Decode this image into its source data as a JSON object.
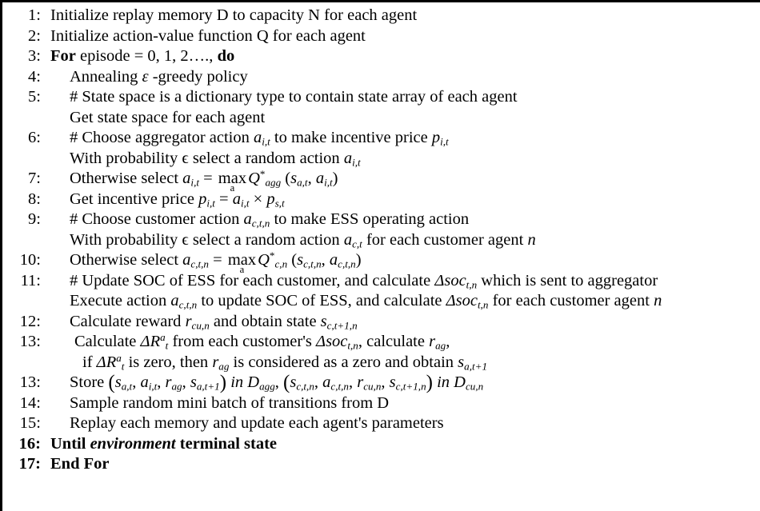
{
  "algorithm": {
    "border_color": "#000000",
    "background": "#ffffff",
    "text_color": "#000000",
    "lines": [
      {
        "num": "1:",
        "text": "Initialize replay memory D to capacity N for each agent"
      },
      {
        "num": "2:",
        "text": "Initialize action-value function Q for each agent"
      },
      {
        "num": "3:",
        "text": "For episode = 0, 1, 2…., do"
      },
      {
        "num": "4:",
        "text": "Annealing ε -greedy policy"
      },
      {
        "num": "5:",
        "text": "# State space is a dictionary type to contain state array of each agent"
      },
      {
        "num": "",
        "text": "Get state space for each agent"
      },
      {
        "num": "6:",
        "text": "# Choose aggregator action a_{i,t} to make incentive price p_{i,t}"
      },
      {
        "num": "",
        "text": "With probability ϵ select a random action a_{i,t}"
      },
      {
        "num": "7:",
        "text": "Otherwise select a_{i,t} = max_a Q*_{agg} (s_{a,t}, a_{i,t})"
      },
      {
        "num": "8:",
        "text": "Get incentive price p_{i,t} = a_{i,t} × p_{s,t}"
      },
      {
        "num": "9:",
        "text": "# Choose customer action a_{c,t,n} to make ESS operating action"
      },
      {
        "num": "",
        "text": "With probability ϵ select a random action a_{c,t} for each customer agent n"
      },
      {
        "num": "10:",
        "text": "Otherwise select a_{c,t,n} = max_a Q*_{c,n} (s_{c,t,n}, a_{c,t,n})"
      },
      {
        "num": "11:",
        "text": "# Update SOC of ESS for each customer, and calculate Δsoc_{t,n} which is sent to aggregator"
      },
      {
        "num": "",
        "text": "Execute action a_{c,t,n} to update SOC of ESS, and calculate Δsoc_{t,n} for each customer agent n"
      },
      {
        "num": "12:",
        "text": "Calculate reward r_{cu,n} and obtain state s_{c,t+1,n}"
      },
      {
        "num": "13:",
        "text": "Calculate ΔR^a_t from each customer's Δsoc_{t,n}, calculate r_{ag},"
      },
      {
        "num": "",
        "text": "if ΔR^a_t is zero, then r_{ag} is considered as a zero and obtain s_{a,t+1}"
      },
      {
        "num": "13:",
        "text": "Store (s_{a,t}, a_{i,t}, r_{ag}, s_{a,t+1}) in D_{agg}, (s_{c,t,n}, a_{c,t,n}, r_{cu,n}, s_{c,t+1,n}) in D_{cu,n}"
      },
      {
        "num": "14:",
        "text": "Sample random mini batch of transitions from D"
      },
      {
        "num": "15:",
        "text": "Replay each memory and update each agent's parameters"
      },
      {
        "num": "16:",
        "text": "Until environment terminal state"
      },
      {
        "num": "17:",
        "text": "End For"
      }
    ],
    "numbers": {
      "n1": "1:",
      "n2": "2:",
      "n3": "3:",
      "n4": "4:",
      "n5": "5:",
      "n5b": "",
      "n6": "6:",
      "n6b": "",
      "n7": "7:",
      "n8": "8:",
      "n9": "9:",
      "n9b": "",
      "n10": "10:",
      "n11": "11:",
      "n11b": "",
      "n12": "12:",
      "n13": "13:",
      "n13b": "",
      "n13c": "13:",
      "n14": "14:",
      "n15": "15:",
      "n16": "16:",
      "n17": "17:"
    },
    "fragments": {
      "l1": "Initialize replay memory D to capacity N for each agent",
      "l2": "Initialize action-value function Q for each agent",
      "l3_for": "For",
      "l3_mid": " episode = 0, 1, 2…., ",
      "l3_do": "do",
      "l4_a": "Annealing ",
      "l4_eps": "ε",
      "l4_b": " -greedy policy",
      "l5": "# State space is a dictionary type to contain state array of each agent",
      "l5b": "Get state space for each agent",
      "l6_a": "# Choose aggregator action ",
      "l6_a_var": "a",
      "l6_a_sub": "i,t",
      "l6_b": " to make incentive price ",
      "l6_p_var": "p",
      "l6_p_sub": "i,t",
      "l6b_a": "With probability ",
      "l6b_eps": "ϵ",
      "l6b_b": " select a random action ",
      "l6b_var": "a",
      "l6b_sub": "i,t",
      "l7_a": "Otherwise select ",
      "l7_lhs": "a",
      "l7_lhs_sub": "i,t",
      "l7_eq": " = ",
      "l7_max": "max",
      "l7_max_sub": "a",
      "l7_q": "Q",
      "l7_q_sup": "*",
      "l7_q_sub": "agg",
      "l7_open": " (",
      "l7_s": "s",
      "l7_s_sub": "a,t",
      "l7_comma": ", ",
      "l7_a2": "a",
      "l7_a2_sub": "i,t",
      "l7_close": ")",
      "l8_a": "Get incentive price ",
      "l8_p": "p",
      "l8_p_sub": "i,t",
      "l8_eq": " = ",
      "l8_a2": "a",
      "l8_a2_sub": "i,t",
      "l8_times": " × ",
      "l8_p2": "p",
      "l8_p2_sub": "s,t",
      "l9_a": "# Choose customer action ",
      "l9_var": "a",
      "l9_sub": "c,t,n",
      "l9_b": " to make ESS operating action",
      "l9b_a": "With probability ",
      "l9b_eps": "ϵ",
      "l9b_b": " select a random action ",
      "l9b_var": "a",
      "l9b_sub": "c,t",
      "l9b_c": " for each customer agent ",
      "l9b_n": "n",
      "l10_a": "Otherwise select ",
      "l10_lhs": "a",
      "l10_lhs_sub": "c,t,n",
      "l10_eq": " = ",
      "l10_max": "max",
      "l10_max_sub": "a",
      "l10_q": "Q",
      "l10_q_sup": "*",
      "l10_q_sub": "c,n",
      "l10_open": " (",
      "l10_s": "s",
      "l10_s_sub": "c,t,n",
      "l10_comma": ", ",
      "l10_a2": "a",
      "l10_a2_sub": "c,t,n",
      "l10_close": ")",
      "l11_a": "# Update SOC of ESS for each customer, and calculate ",
      "l11_soc": "Δsoc",
      "l11_soc_sub": "t,n",
      "l11_b": " which is sent to aggregator",
      "l11b_a": "Execute action ",
      "l11b_var": "a",
      "l11b_sub": "c,t,n",
      "l11b_b": " to update SOC of ESS, and calculate ",
      "l11b_soc": "Δsoc",
      "l11b_soc_sub": "t,n",
      "l11b_c": " for each customer agent ",
      "l11b_n": "n",
      "l12_a": "Calculate reward ",
      "l12_r": "r",
      "l12_r_sub": "cu,n",
      "l12_b": " and obtain state ",
      "l12_s": "s",
      "l12_s_sub": "c,t+1,n",
      "l13_a": "Calculate ",
      "l13_dr": "ΔR",
      "l13_dr_sup": "a",
      "l13_dr_sub": "t",
      "l13_b": " from each customer's  ",
      "l13_soc": "Δsoc",
      "l13_soc_sub": "t,n",
      "l13_c": ", calculate ",
      "l13_r": "r",
      "l13_r_sub": "ag",
      "l13_d": ",",
      "l13b_if": "if  ",
      "l13b_dr": "ΔR",
      "l13b_dr_sup": "a",
      "l13b_dr_sub": "t",
      "l13b_a": " is zero, then  ",
      "l13b_r": "r",
      "l13b_r_sub": "ag",
      "l13b_b": " is considered as a zero and obtain  ",
      "l13b_s": "s",
      "l13b_s_sub": "a,t+1",
      "l13c_store": "Store  ",
      "l13c_o1": "(",
      "l13c_s1": "s",
      "l13c_s1_sub": "a,t",
      "l13c_c1": ", ",
      "l13c_a1": "a",
      "l13c_a1_sub": "i,t",
      "l13c_c2": ", ",
      "l13c_r1": "r",
      "l13c_r1_sub": "ag",
      "l13c_c3": ", ",
      "l13c_s2": "s",
      "l13c_s2_sub": "a,t+1",
      "l13c_cl1": ")",
      "l13c_in1": " in ",
      "l13c_d1": "D",
      "l13c_d1_sub": "agg",
      "l13c_c4": ", ",
      "l13c_o2": "(",
      "l13c_s3": "s",
      "l13c_s3_sub": "c,t,n",
      "l13c_c5": ", ",
      "l13c_a2": "a",
      "l13c_a2_sub": "c,t,n",
      "l13c_c6": ", ",
      "l13c_r2": "r",
      "l13c_r2_sub": "cu,n",
      "l13c_c7": ", ",
      "l13c_s4": "s",
      "l13c_s4_sub": "c,t+1,n",
      "l13c_cl2": ")",
      "l13c_in2": " in ",
      "l13c_d2": "D",
      "l13c_d2_sub": "cu,n",
      "l14": "Sample random mini batch of transitions from D",
      "l15": "Replay each memory and update each agent's parameters",
      "l16_until": "Until",
      "l16_env": " environment",
      "l16_term": " terminal state",
      "l17": "End For"
    }
  }
}
